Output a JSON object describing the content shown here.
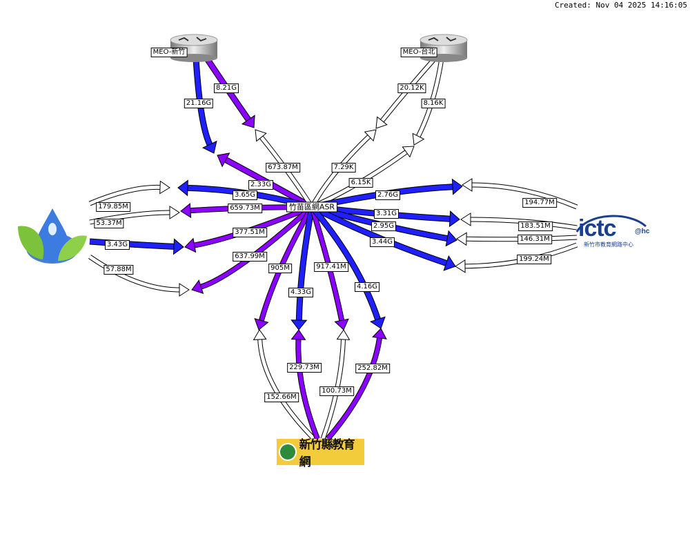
{
  "created": "Created: Nov 04 2025 14:16:05",
  "hub": {
    "label": "竹苗區網ASR"
  },
  "nodes": {
    "meo_hsinchu": {
      "label": "MEO-新竹"
    },
    "meo_taipei": {
      "label": "MEO-台北"
    },
    "ictc": {
      "logo_text": "ictc",
      "logo_suffix": "@hc",
      "subtitle": "新竹市教育網路中心"
    },
    "edu_net": {
      "label": "新竹縣教育網"
    },
    "water": {
      "icon": "water-drop-leaf-logo"
    }
  },
  "colors": {
    "blue": "#2020ff",
    "purple": "#8c00ff",
    "white": "#ffffff"
  },
  "links": [
    {
      "node": "MEO-新竹",
      "hub_side": {
        "label": "2.33G",
        "color": "purple"
      },
      "node_side": {
        "label": "21.16G",
        "color": "blue"
      }
    },
    {
      "node": "MEO-新竹",
      "hub_side": {
        "label": "673.87M",
        "color": "white"
      },
      "node_side": {
        "label": "8.21G",
        "color": "purple"
      }
    },
    {
      "node": "MEO-台北",
      "hub_side": {
        "label": "7.29K",
        "color": "white"
      },
      "node_side": {
        "label": "20.12K",
        "color": "white"
      }
    },
    {
      "node": "MEO-台北",
      "hub_side": {
        "label": "6.15K",
        "color": "white"
      },
      "node_side": {
        "label": "8.16K",
        "color": "white"
      }
    },
    {
      "node": "water",
      "hub_side": {
        "label": "3.65G",
        "color": "blue"
      },
      "node_side": {
        "label": "179.85M",
        "color": "white"
      }
    },
    {
      "node": "water",
      "hub_side": {
        "label": "659.73M",
        "color": "purple"
      },
      "node_side": {
        "label": "53.37M",
        "color": "white"
      }
    },
    {
      "node": "water",
      "hub_side": {
        "label": "377.51M",
        "color": "purple"
      },
      "node_side": {
        "label": "3.43G",
        "color": "blue"
      }
    },
    {
      "node": "water",
      "hub_side": {
        "label": "637.99M",
        "color": "purple"
      },
      "node_side": {
        "label": "57.88M",
        "color": "white"
      }
    },
    {
      "node": "ictc",
      "hub_side": {
        "label": "2.76G",
        "color": "blue"
      },
      "node_side": {
        "label": "194.77M",
        "color": "white"
      }
    },
    {
      "node": "ictc",
      "hub_side": {
        "label": "3.31G",
        "color": "blue"
      },
      "node_side": {
        "label": "183.51M",
        "color": "white"
      }
    },
    {
      "node": "ictc",
      "hub_side": {
        "label": "2.95G",
        "color": "blue"
      },
      "node_side": {
        "label": "146.31M",
        "color": "white"
      }
    },
    {
      "node": "ictc",
      "hub_side": {
        "label": "3.44G",
        "color": "blue"
      },
      "node_side": {
        "label": "199.24M",
        "color": "white"
      }
    },
    {
      "node": "新竹縣教育網",
      "hub_side": {
        "label": "905M",
        "color": "purple"
      },
      "node_side": {
        "label": "152.66M",
        "color": "white"
      }
    },
    {
      "node": "新竹縣教育網",
      "hub_side": {
        "label": "4.33G",
        "color": "blue"
      },
      "node_side": {
        "label": "229.73M",
        "color": "purple"
      }
    },
    {
      "node": "新竹縣教育網",
      "hub_side": {
        "label": "917.41M",
        "color": "purple"
      },
      "node_side": {
        "label": "100.73M",
        "color": "white"
      }
    },
    {
      "node": "新竹縣教育網",
      "hub_side": {
        "label": "4.16G",
        "color": "blue"
      },
      "node_side": {
        "label": "252.82M",
        "color": "purple"
      }
    }
  ]
}
